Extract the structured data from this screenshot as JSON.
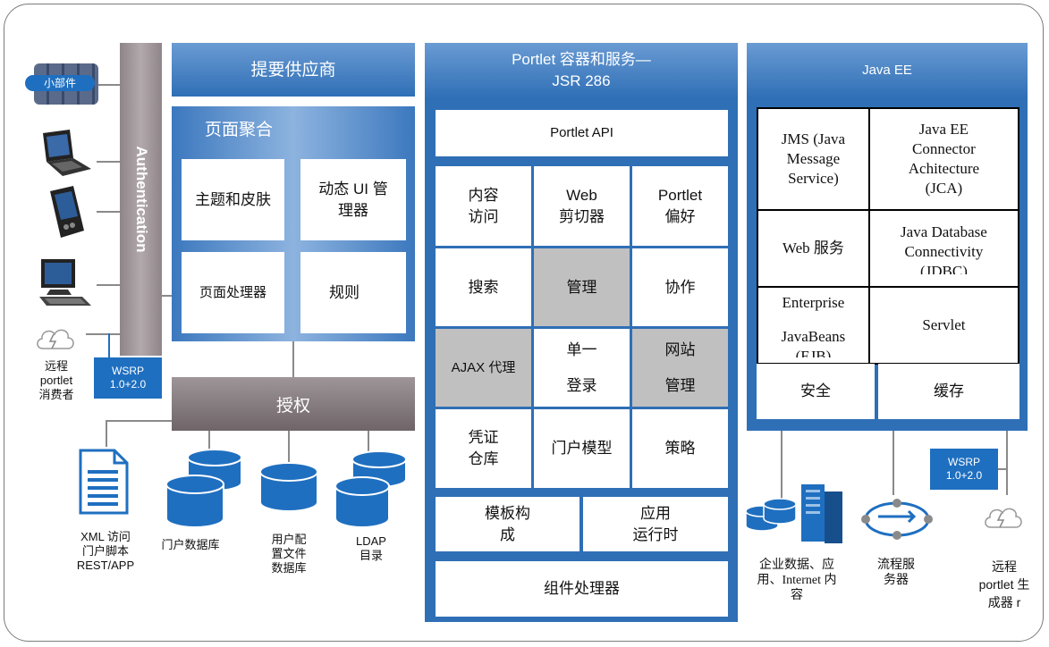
{
  "devices": {
    "widget_label": "小部件",
    "remote_consumer": [
      "远程",
      "portlet",
      "消费者"
    ],
    "wsrp_left": [
      "WSRP",
      "1.0+2.0"
    ]
  },
  "authentication": "Authentication",
  "provider": {
    "title": "提要供应商",
    "page_agg": "页面聚合",
    "theme": "主题和皮肤",
    "dynamic_ui": "动态 UI 管理器",
    "page_processor": "页面处理器",
    "rules": "规则"
  },
  "authorization": "授权",
  "sources": {
    "xml": [
      "XML 访问",
      "门户脚本",
      "REST/APP"
    ],
    "portal_db": "门户数据库",
    "user_config_db": [
      "用户配",
      "置文件",
      "数据库"
    ],
    "ldap": [
      "LDAP",
      "目录"
    ]
  },
  "container": {
    "title": [
      "Portlet 容器和服务—",
      "JSR 286"
    ],
    "portlet_api": "Portlet API",
    "content_access": [
      "内容",
      "访问"
    ],
    "web_clipper": [
      "Web",
      "剪切器"
    ],
    "portlet_pref": [
      "Portlet",
      "偏好"
    ],
    "search": "搜索",
    "manage": "管理",
    "collab": "协作",
    "ajax_proxy": "AJAX 代理",
    "sso": [
      "单一",
      "登录"
    ],
    "site_manage": [
      "网站",
      "管理"
    ],
    "cred_vault": [
      "凭证",
      "仓库"
    ],
    "portal_model": "门户模型",
    "policy": "策略",
    "template": [
      "模板构",
      "成"
    ],
    "app_runtime": [
      "应用",
      "运行时"
    ],
    "component_processor": "组件处理器"
  },
  "javaee": {
    "title": "Java EE",
    "jms": [
      "JMS (Java",
      "Message",
      "Service)"
    ],
    "jca": [
      "Java EE",
      "Connector",
      "Achitecture",
      "(JCA)"
    ],
    "web_service": "Web 服务",
    "jdbc": [
      "Java Database",
      "Connectivity",
      "(JDBC)"
    ],
    "ejb": [
      "Enterprise",
      "JavaBeans",
      "(EJB)"
    ],
    "servlet": "Servlet",
    "security": "安全",
    "cache": "缓存"
  },
  "backends": {
    "wsrp_right": [
      "WSRP",
      "1.0+2.0"
    ],
    "enterprise_data": [
      "企业数据、应",
      "用、Internet 内",
      "容"
    ],
    "process_server": [
      "流程服",
      "务器"
    ],
    "remote_producer": [
      "远程",
      "portlet 生",
      "成器 r"
    ]
  },
  "colors": {
    "blue": "#2f6fb6",
    "gray_cell": "#c0c0c0",
    "auth_gray": "#9a9195",
    "wsrp": "#1f6fc0"
  }
}
